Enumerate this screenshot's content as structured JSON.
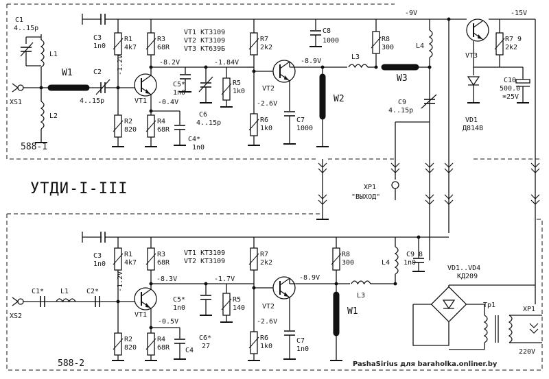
{
  "title": "УТДИ-I-III",
  "watermark": "PashaSirius для baraholka.onliner.by",
  "block1": {
    "name": "588-1",
    "xs": "XS1",
    "c1": "C1",
    "c1_val": "4..15p",
    "l1": "L1",
    "l2": "L2",
    "w1": "W1",
    "c2": "C2",
    "c2_val": "4..15p",
    "c3": "C3",
    "c3_val": "1n0",
    "r1": "R1",
    "r1_val": "4k7",
    "r2": "R2",
    "r2_val": "820",
    "r3": "R3",
    "r3_val": "68R",
    "r4": "R4",
    "r4_val": "68R",
    "vt1": "VT1",
    "v1": "-1.2V",
    "v2": "-8.2V",
    "v3": "-0.4V",
    "transistors": [
      "VT1  KT3109",
      "VT2  KT3109",
      "VT3  KT639Б"
    ],
    "c4": "C4*",
    "c4_val": "1n0",
    "c5": "C5*",
    "c5_val": "1n0",
    "c6": "C6",
    "c6_val": "4..15p",
    "v4": "-1.84V",
    "r5": "R5",
    "r5_val": "1k0",
    "r7": "R7",
    "r7_val": "2k2",
    "r6": "R6",
    "r6_val": "1k0",
    "v5": "-2.6V",
    "vt2": "VT2",
    "c7": "C7",
    "c7_val": "1000",
    "c8": "C8",
    "c8_val": "1000",
    "v6": "-8.9V",
    "l3": "L3",
    "w2": "W2",
    "w3": "W3",
    "r8": "R8",
    "r8_val": "300",
    "l4": "L4",
    "c9": "C9",
    "c9_val": "4..15p",
    "vminus9": "-9V",
    "vt3": "VT3",
    "r79": "R7 9",
    "r79_val": "2k2",
    "c10": "C10",
    "c10_val": "500.0",
    "c10_v": "≖25V",
    "vd1": "VD1",
    "vd1_type": "Д814В",
    "vminus15": "-15V"
  },
  "output": {
    "xp": "XP1",
    "label": "\"ВЫХОД\""
  },
  "block2": {
    "name": "588-2",
    "xs": "XS2",
    "c1": "C1*",
    "l1": "L1",
    "c2": "C2*",
    "c3": "C3",
    "c3_val": "1n0",
    "r1": "R1",
    "r1_val": "4k7",
    "r2": "R2",
    "r2_val": "820",
    "r3": "R3",
    "r3_val": "68R",
    "r4": "R4",
    "r4_val": "68R",
    "vt1": "VT1",
    "v1": "-1.2V",
    "v2": "-8.3V",
    "v3": "-0.5V",
    "transistors": [
      "VT1  KT3109",
      "VT2  KT3109"
    ],
    "c4": "C4",
    "c5": "C5*",
    "c5_val": "1n0",
    "c6": "C6*",
    "c6_val": "27",
    "v4": "-1.7V",
    "r5": "R5",
    "r5_val": "140",
    "r7": "R7",
    "r7_val": "2k2",
    "r6": "R6",
    "r6_val": "1k0",
    "v5": "-2.6V",
    "vt2": "VT2",
    "c7": "C7",
    "c7_val": "1n0",
    "v6": "-8.9V",
    "r8": "R8",
    "r8_val": "300",
    "l3": "L3",
    "l4": "L4",
    "w1": "W1",
    "c9": "C9 8",
    "c9_val": "1n0",
    "vd": "VD1..VD4",
    "vd_type": "КД209",
    "tp": "Тр1",
    "xp": "XP1",
    "mains": "220V"
  }
}
